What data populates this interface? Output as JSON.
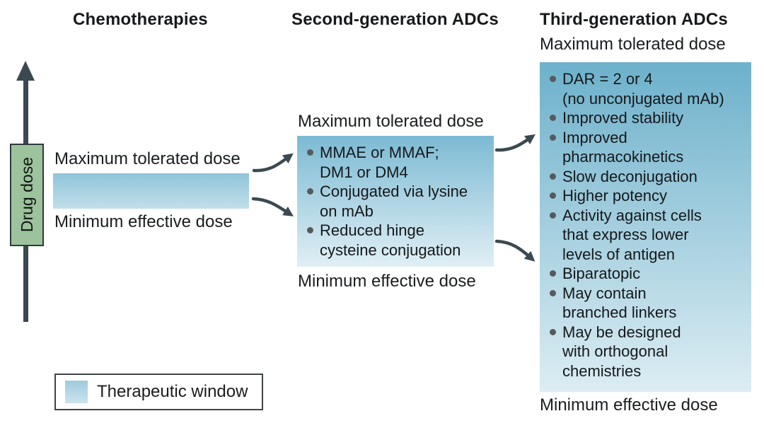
{
  "figure": {
    "axis": {
      "label": "Drug dose"
    },
    "legend": {
      "label": "Therapeutic window"
    },
    "columns": [
      {
        "header": "Chemotherapies",
        "max_label": "Maximum tolerated dose",
        "min_label": "Minimum effective dose",
        "bullets": []
      },
      {
        "header": "Second-generation ADCs",
        "max_label": "Maximum tolerated dose",
        "min_label": "Minimum effective dose",
        "bullets": [
          "MMAE or MMAF;\nDM1 or DM4",
          "Conjugated via lysine\non mAb",
          "Reduced hinge\ncysteine conjugation"
        ]
      },
      {
        "header": "Third-generation ADCs",
        "max_label": "Maximum tolerated dose",
        "min_label": "Minimum effective dose",
        "bullets": [
          "DAR = 2 or 4\n(no unconjugated mAb)",
          "Improved stability",
          "Improved\npharmacokinetics",
          "Slow deconjugation",
          "Higher potency",
          "Activity against cells\nthat express lower\nlevels of antigen",
          "Biparatopic",
          "May contain\nbranched linkers",
          "May be designed\nwith orthogonal\nchemistries"
        ]
      }
    ],
    "colors": {
      "window_gradient_top": "#6db1cb",
      "window_gradient_bottom": "#ddeef4",
      "axis_box_green": "#9cc39b",
      "arrow_dark": "#3b4950",
      "bullet_dot": "#565a5c",
      "text": "#1a1d1f"
    }
  }
}
